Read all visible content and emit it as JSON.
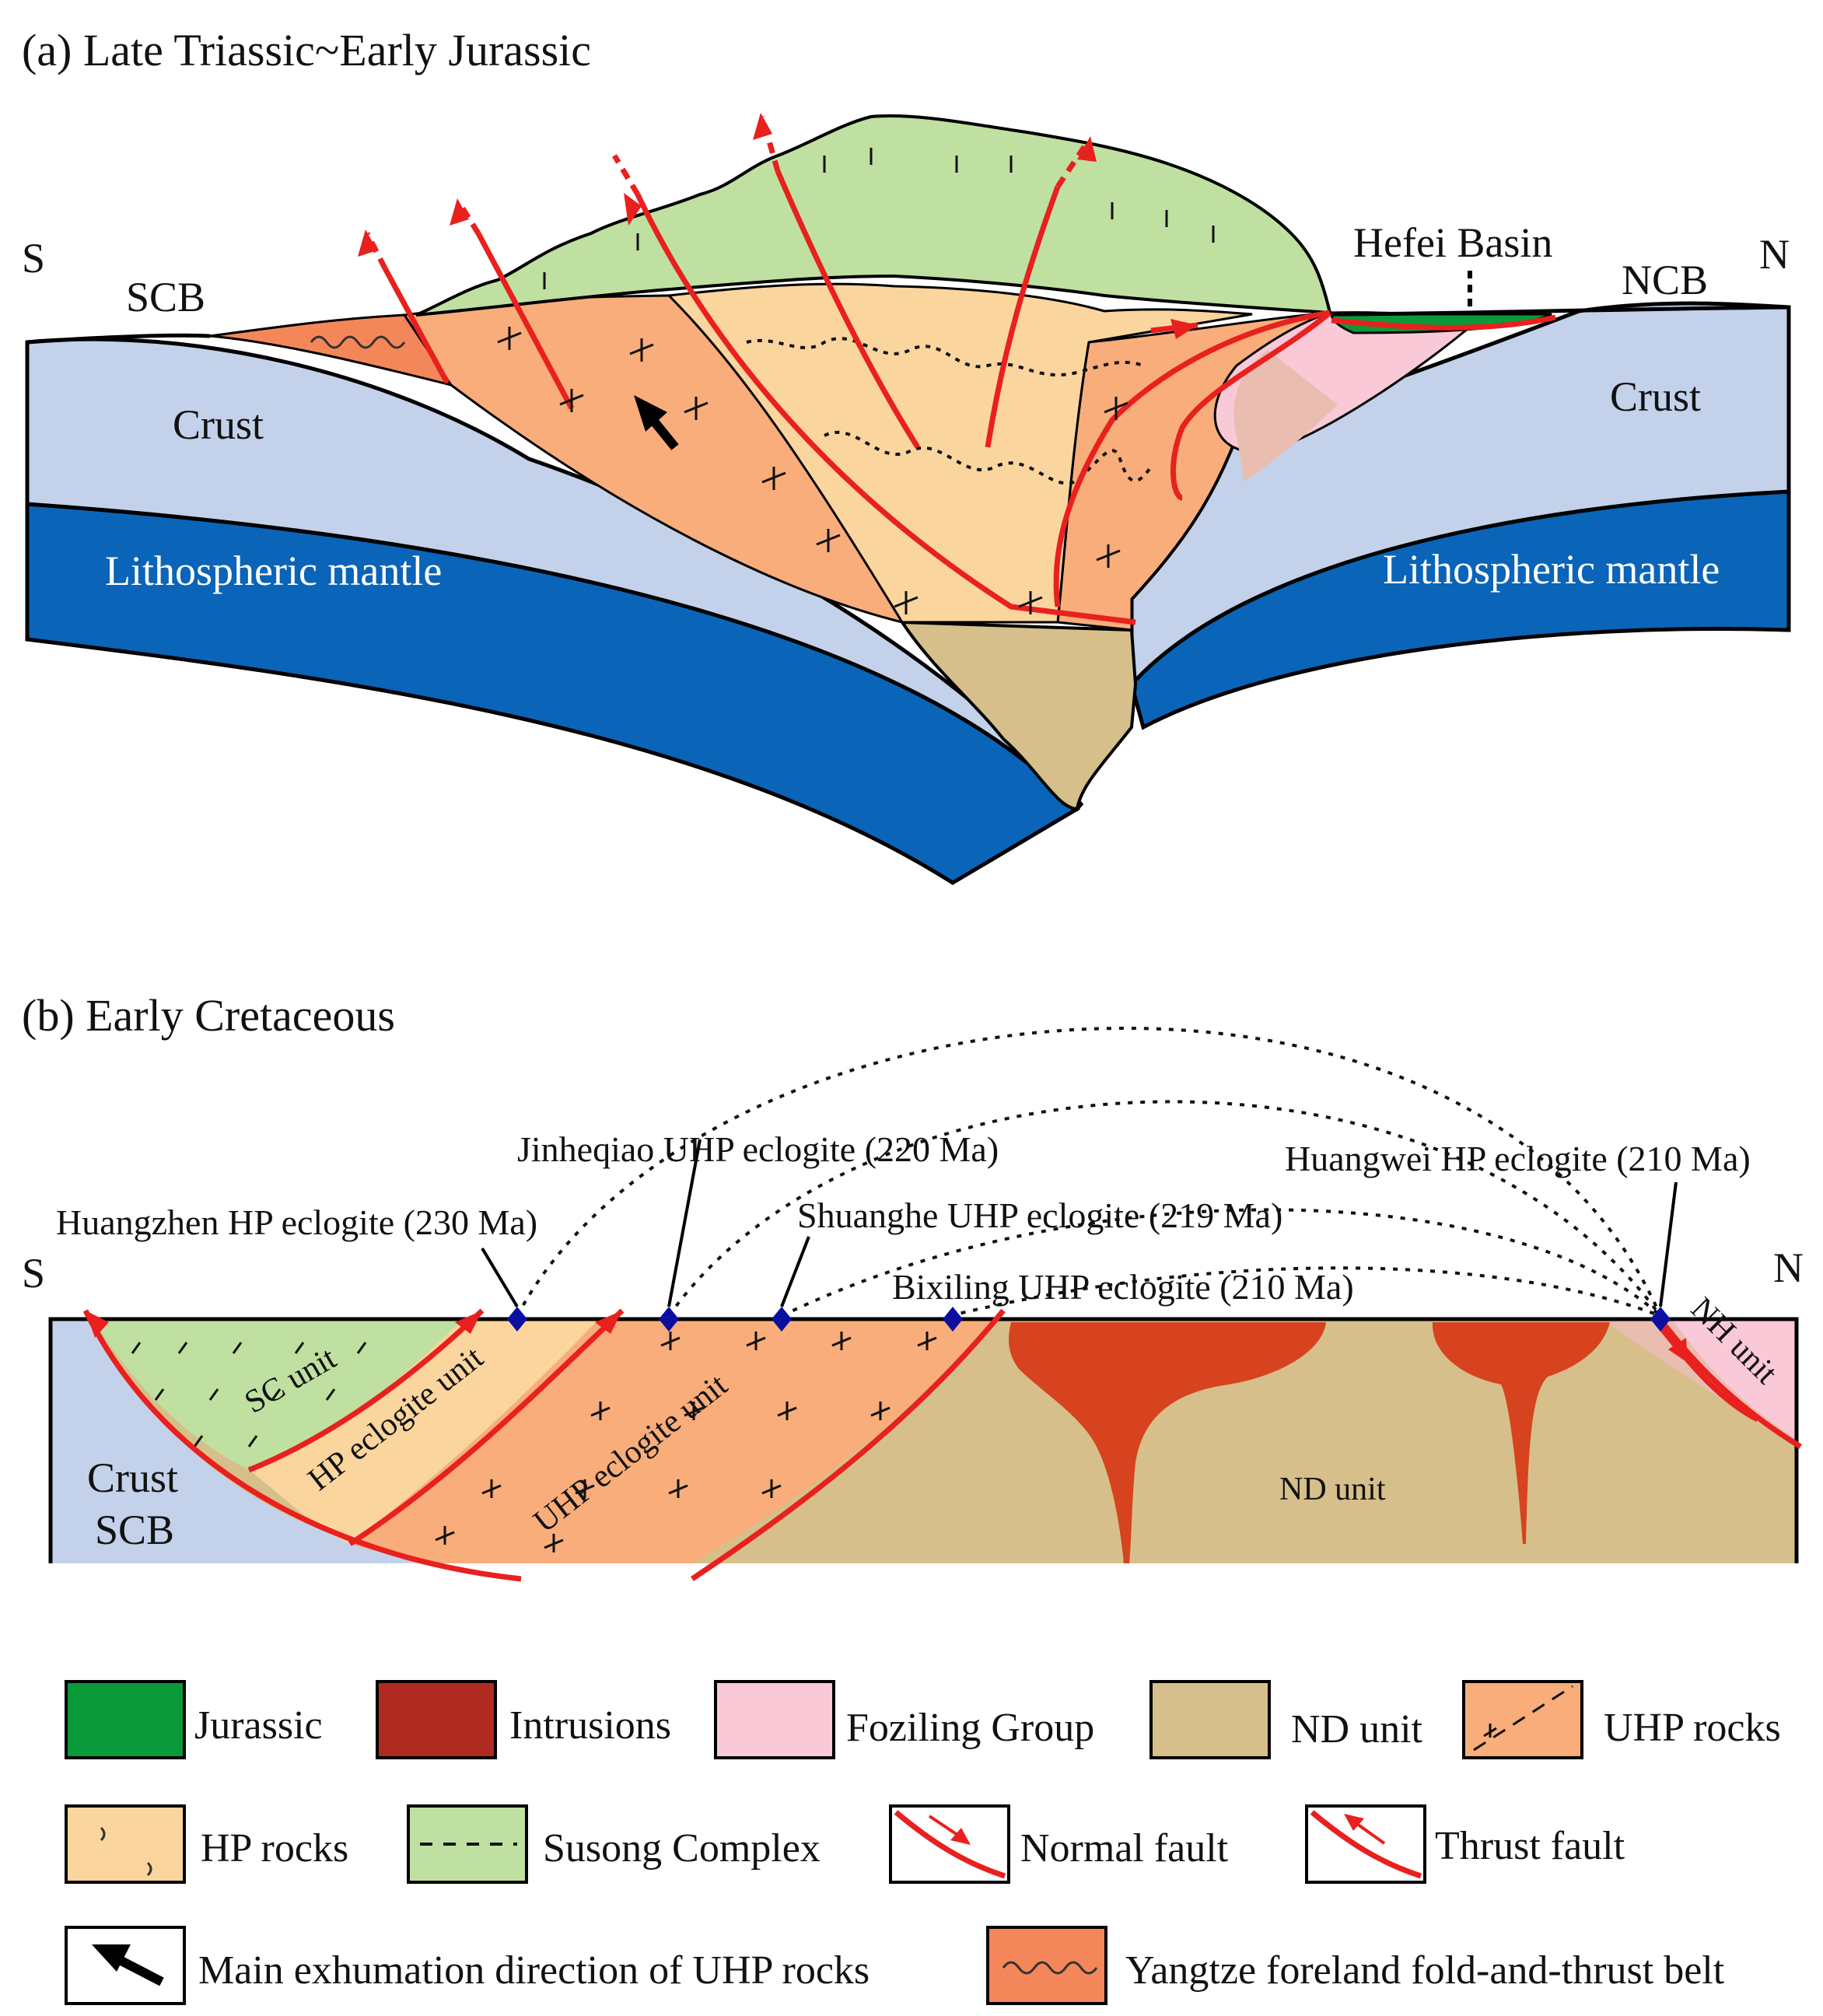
{
  "panel_a": {
    "title": "(a) Late Triassic~Early Jurassic",
    "south": "S",
    "north": "N",
    "scb": "SCB",
    "ncb": "NCB",
    "hefei_basin": "Hefei Basin",
    "crust_left": "Crust",
    "crust_right": "Crust",
    "mantle_left": "Lithospheric mantle",
    "mantle_right": "Lithospheric mantle"
  },
  "panel_b": {
    "title": "(b) Early Cretaceous",
    "south": "S",
    "north": "N",
    "crust": "Crust",
    "scb": "SCB",
    "sc_unit": "SC unit",
    "hp_eclogite_unit": "HP eclogite unit",
    "uhp_eclogite_unit": "UHP eclogite unit",
    "nd_unit": "ND unit",
    "nh_unit": "NH unit",
    "localities": [
      "Huangzhen HP eclogite (230 Ma)",
      "Jinheqiao UHP eclogite (220 Ma)",
      "Shuanghe UHP eclogite (219 Ma)",
      "Bixiling UHP eclogite (210 Ma)",
      "Huangwei HP eclogite (210 Ma)"
    ]
  },
  "legend": {
    "items": [
      {
        "label": "Jurassic",
        "color": "#0a9a3a"
      },
      {
        "label": "Intrusions",
        "color": "#b02a22"
      },
      {
        "label": "Foziling Group",
        "color": "#f9c9d8"
      },
      {
        "label": "ND unit",
        "color": "#d6bf8a"
      },
      {
        "label": "UHP rocks",
        "color": "#f8ad7a"
      },
      {
        "label": "HP rocks",
        "color": "#fbd59e"
      },
      {
        "label": "Susong Complex",
        "color": "#bfe0a0"
      },
      {
        "label": "Normal fault",
        "color": "#e8201e"
      },
      {
        "label": "Thrust fault",
        "color": "#e8201e"
      },
      {
        "label": "Main exhumation direction of UHP rocks",
        "color": "#000000"
      },
      {
        "label": "Yangtze foreland fold-and-thrust belt",
        "color": "#f4875a"
      }
    ]
  },
  "colors": {
    "crust": "#c3d2ea",
    "mantle": "#0a64b8",
    "uhp": "#f8ad7a",
    "hp": "#fbd59e",
    "susong": "#bfe0a0",
    "nd": "#d6bf8a",
    "fault": "#e8201e",
    "marker": "#0b0fa0"
  }
}
